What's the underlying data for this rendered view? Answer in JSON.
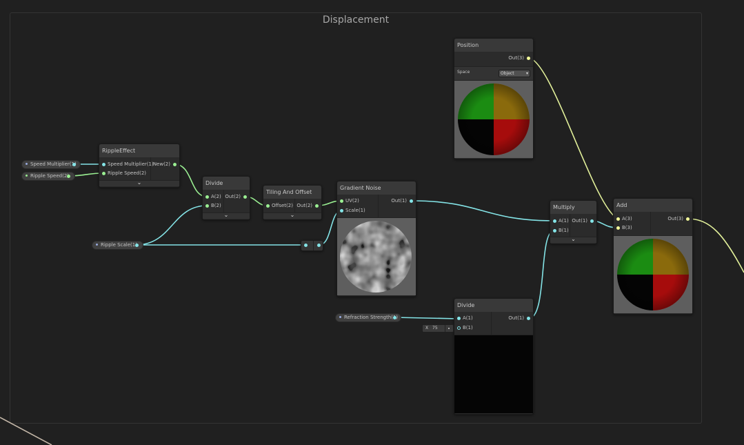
{
  "group": {
    "title": "Displacement"
  },
  "colors": {
    "vec1": "#84e4e7",
    "vec2": "#9aef92",
    "vec3": "#f6ff9a",
    "background": "#202020"
  },
  "properties": {
    "speed_multiplier": "Speed Multiplier(1)",
    "ripple_speed": "Ripple Speed(2)",
    "ripple_scale": "Ripple Scale(1)",
    "refraction_strength": "Refraction Strength(1)"
  },
  "nodes": {
    "ripple_effect": {
      "title": "RippleEffect",
      "in_speed": "Speed Multiplier(1)",
      "in_ripple": "Ripple Speed(2)",
      "out_new": "New(2)"
    },
    "divide1": {
      "title": "Divide",
      "in_a": "A(2)",
      "in_b": "B(2)",
      "out": "Out(2)"
    },
    "tiling_offset": {
      "title": "Tiling And Offset",
      "in_offset": "Offset(2)",
      "out": "Out(2)"
    },
    "gradient_noise": {
      "title": "Gradient Noise",
      "in_uv": "UV(2)",
      "in_scale": "Scale(1)",
      "out": "Out(1)"
    },
    "position": {
      "title": "Position",
      "out": "Out(3)",
      "space_label": "Space",
      "space_value": "Object"
    },
    "divide2": {
      "title": "Divide",
      "in_a": "A(1)",
      "in_b": "B(1)",
      "out": "Out(1)",
      "b_field_axis": "X",
      "b_field_value": "75"
    },
    "multiply": {
      "title": "Multiply",
      "in_a": "A(1)",
      "in_b": "B(1)",
      "out": "Out(1)"
    },
    "add": {
      "title": "Add",
      "in_a": "A(3)",
      "in_b": "B(3)",
      "out": "Out(3)"
    }
  }
}
